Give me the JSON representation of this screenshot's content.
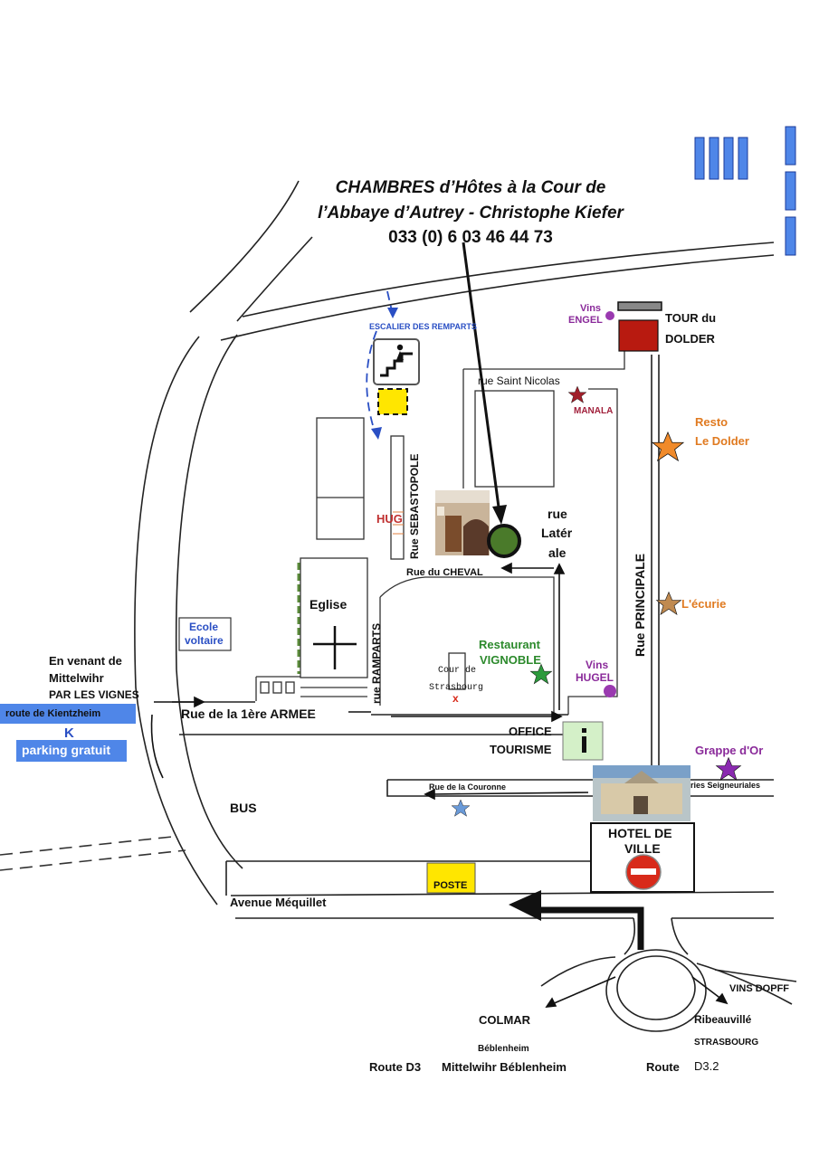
{
  "header": {
    "title_line1": "CHAMBRES d’Hôtes à la Cour de",
    "title_line2": "l’Abbaye d’Autrey - Christophe Kiefer",
    "phone": "033 (0) 6 03 46 44 73"
  },
  "streets": {
    "rue_saint_nicolas": "rue Saint Nicolas",
    "rue_sebastopole": "Rue SEBASTOPOLE",
    "rue_laterale_1": "rue",
    "rue_laterale_2": "Latér",
    "rue_laterale_3": "ale",
    "rue_du_cheval": "Rue du CHEVAL",
    "rue_principale": "Rue PRINCIPALE",
    "rue_ramparts": "rue  RAMPARTS",
    "rue_1ere_armee": "Rue de la 1ère ARMEE",
    "rue_couronne": "Rue de la Couronne",
    "ecuries": "ries Seigneuriales",
    "avenue_mequillet": "Avenue Méquillet"
  },
  "places": {
    "escalier": "ESCALIER DES REMPARTS",
    "vins_engel_1": "Vins",
    "vins_engel_2": "ENGEL",
    "tour_dolder_1": "TOUR du",
    "tour_dolder_2": "DOLDER",
    "manala": "MANALA",
    "resto_dolder_1": "Resto",
    "resto_dolder_2": "Le Dolder",
    "hug": "HUG",
    "eglise": "Eglise",
    "ecole_1": "Ecole",
    "ecole_2": "voltaire",
    "ecurie": "L'écurie",
    "restaurant_1": "Restaurant",
    "restaurant_2": "VIGNOBLE",
    "cour_1": "Cour de",
    "cour_2": "Strasbourg",
    "vins_hugel_1": "Vins",
    "vins_hugel_2": "HUGEL",
    "office_1": "OFFICE",
    "office_2": "TOURISME",
    "office_icon": "i",
    "grappe": "Grappe d'Or",
    "bus": "BUS",
    "hotel_1": "HOTEL DE",
    "hotel_2": "VILLE",
    "poste": "POSTE"
  },
  "left": {
    "venant_1": "En venant de",
    "venant_2": "Mittelwihr",
    "venant_3": "PAR LES VIGNES",
    "kientzheim": "route de Kientzheim",
    "parking_letter": "K",
    "parking": "parking gratuit"
  },
  "bottom": {
    "vins_dopff": "VINS DOPFF",
    "colmar": "COLMAR",
    "beblenheim": "Béblenheim",
    "route_d3": "Route D3",
    "mittelwihr": "Mittelwihr Béblenheim",
    "ribeauville": "Ribeauvillé",
    "strasbourg": "STRASBOURG",
    "route": "Route",
    "d32": "D3.2"
  },
  "colors": {
    "blue_label": "#2a4fc4",
    "purple_label": "#8a2a9a",
    "orange_label": "#e07a20",
    "green_label": "#2c8a2c",
    "red_label": "#c03030",
    "maroon_label": "#a01f3a",
    "blue_box": "#4f86e8",
    "yellow_box": "#ffe600"
  },
  "icons": {
    "destination": "green-circle-icon",
    "direction": "black-arrow-icon",
    "stairs": "stairs-sign-icon",
    "church": "cross-icon",
    "info": "info-sign-icon",
    "no_entry": "no-entry-icon",
    "star": "star-icon"
  }
}
